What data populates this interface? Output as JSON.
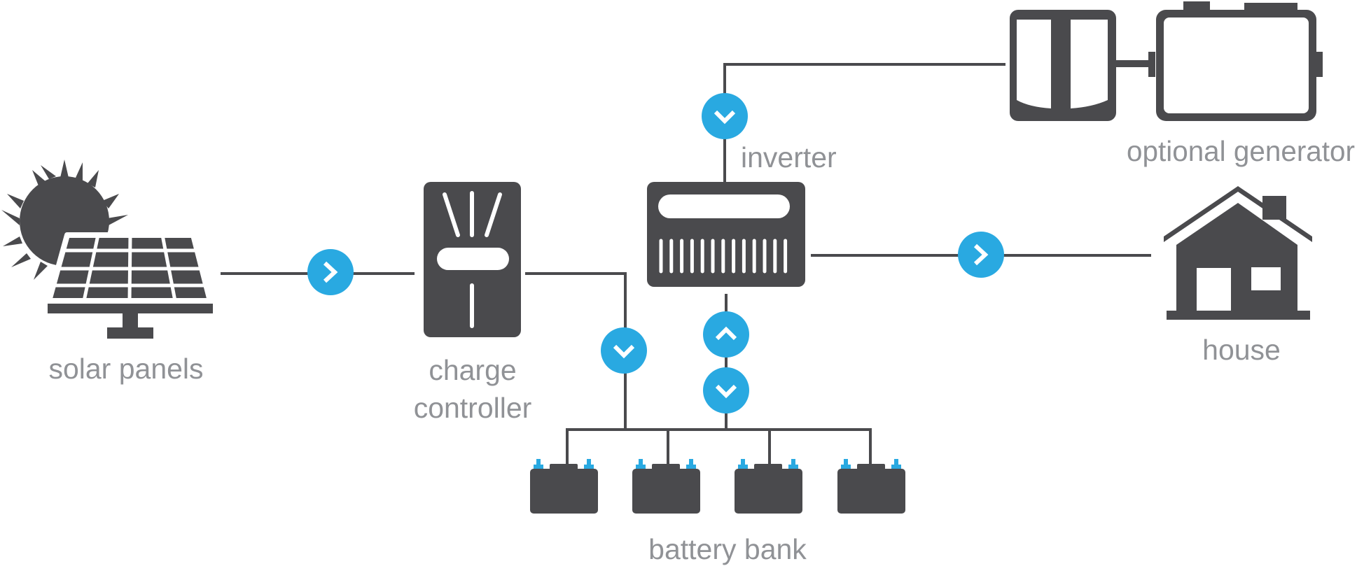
{
  "labels": {
    "solar_panels": "solar panels",
    "charge_line1": "charge",
    "charge_line2": "controller",
    "inverter": "inverter",
    "optional_generator": "optional generator",
    "house": "house",
    "battery_bank": "battery bank"
  },
  "colors": {
    "device": "#4a4a4d",
    "line": "#4a4a4d",
    "arrow_badge": "#29a9e1",
    "terminal": "#29a9e1",
    "label": "#909296",
    "background": "#ffffff"
  },
  "arrows": [
    {
      "id": "solar-to-controller",
      "direction": "right"
    },
    {
      "id": "controller-to-battery",
      "direction": "down"
    },
    {
      "id": "generator-to-inverter",
      "direction": "down"
    },
    {
      "id": "battery-to-inverter",
      "direction": "up"
    },
    {
      "id": "inverter-to-battery",
      "direction": "down"
    },
    {
      "id": "inverter-to-house",
      "direction": "right"
    }
  ],
  "batteries": [
    {
      "id": "battery-1"
    },
    {
      "id": "battery-2"
    },
    {
      "id": "battery-3"
    },
    {
      "id": "battery-4"
    }
  ]
}
